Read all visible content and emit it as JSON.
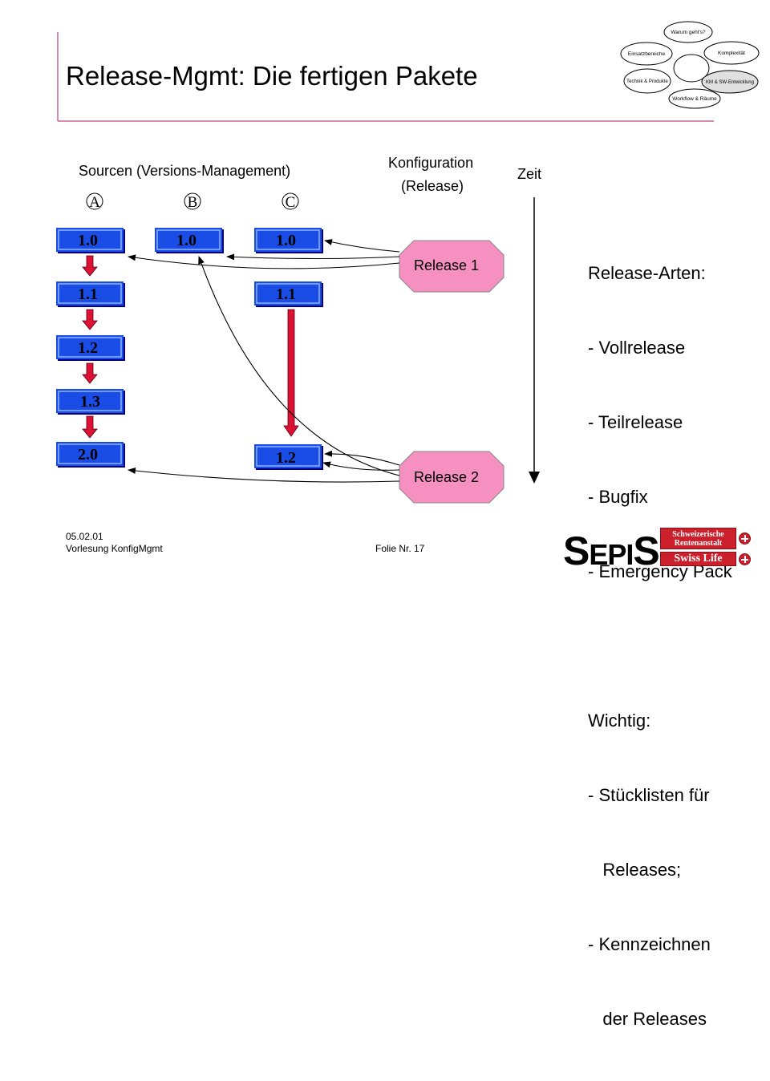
{
  "title": "Release-Mgmt: Die fertigen Pakete",
  "mindmap": [
    "Warum geht's?",
    "Einsatzbereiche",
    "Komplexität",
    "Technik & Produkte",
    "KM & SW-Entwicklung",
    "Workflow & Räume"
  ],
  "sources_header": "Sourcen (Versions-Management)",
  "config_header_line1": "Konfiguration",
  "config_header_line2": "(Release)",
  "time_label": "Zeit",
  "columns": [
    "A",
    "B",
    "C"
  ],
  "versions_a": [
    "1.0",
    "1.1",
    "1.2",
    "1.3",
    "2.0"
  ],
  "versions_b": [
    "1.0"
  ],
  "versions_c": [
    "1.0",
    "1.1",
    "1.2"
  ],
  "releases": [
    "Release 1",
    "Release 2"
  ],
  "side_notes": {
    "heading1": "Release-Arten:",
    "types": [
      "- Vollrelease",
      "- Teilrelease",
      "- Bugfix",
      "- Emergency Pack"
    ],
    "heading2": "Wichtig:",
    "notes": [
      "- Stücklisten für",
      "   Releases;",
      "- Kennzeichnen",
      "   der Releases"
    ]
  },
  "footer": {
    "date": "05.02.01",
    "lecture": "Vorlesung KonfigMgmt",
    "slide": "Folie Nr.  17"
  },
  "logos": {
    "sepis": "SepiS",
    "banner1": "Schweizerische Rentenanstalt",
    "banner2": "Swiss Life"
  },
  "colors": {
    "box_fill": "#1a4de6",
    "box_light": "#8fb4ff",
    "box_dark": "#000080",
    "release_fill": "#f590c0",
    "arrow_red": "#dd1133",
    "rule": "#cc6699",
    "brand_red": "#cc1f2c"
  }
}
